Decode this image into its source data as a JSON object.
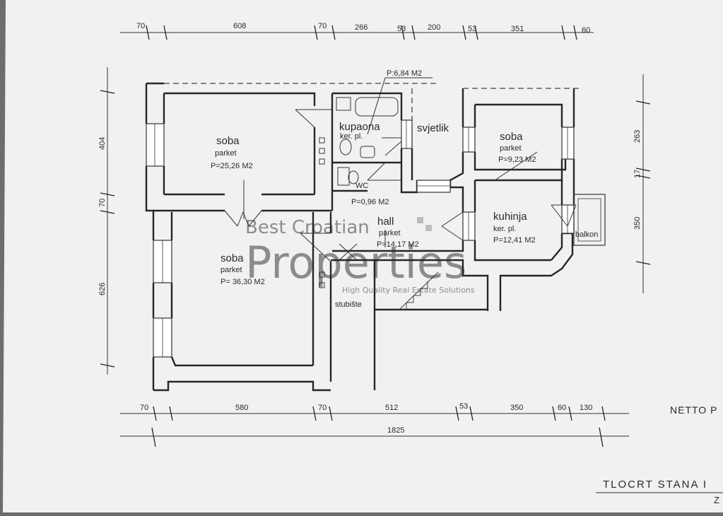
{
  "rooms": {
    "soba1": {
      "name": "soba",
      "floor": "parket",
      "area": "P=25,26 M2"
    },
    "soba2": {
      "name": "soba",
      "floor": "parket",
      "area": "P= 36,30 M2"
    },
    "soba3": {
      "name": "soba",
      "floor": "parket",
      "area": "P=9,23 M2"
    },
    "kupaona": {
      "name": "kupaona",
      "floor": "ker. pl.",
      "area": "P:6,84 M2"
    },
    "wc": {
      "name": "WC",
      "area": "P=0,96 M2"
    },
    "svjetlik": {
      "name": "svjetlik"
    },
    "hall": {
      "name": "hall",
      "floor": "parket",
      "area": "P=14,17 M2"
    },
    "kuhinja": {
      "name": "kuhinja",
      "floor": "ker. pl.",
      "area": "P=12,41 M2"
    },
    "balkon": {
      "name": "balkon"
    },
    "stubiste": {
      "name": "stubište"
    }
  },
  "dims_top": [
    "70",
    "608",
    "70",
    "266",
    "53",
    "200",
    "53",
    "351",
    "60"
  ],
  "dims_left": [
    "404",
    "70",
    "626"
  ],
  "dims_right": [
    "263",
    "17",
    "350"
  ],
  "dims_bottom": [
    "70",
    "580",
    "70",
    "512",
    "53",
    "350",
    "60",
    "130"
  ],
  "dim_total": "1825",
  "netto": "NETTO P",
  "title": "TLOCRT STANA I",
  "title_sub": "Z",
  "watermark": {
    "line1": "Best Croatian",
    "line2": "Properties",
    "tagline": "High Quality Real Estate Solutions"
  }
}
